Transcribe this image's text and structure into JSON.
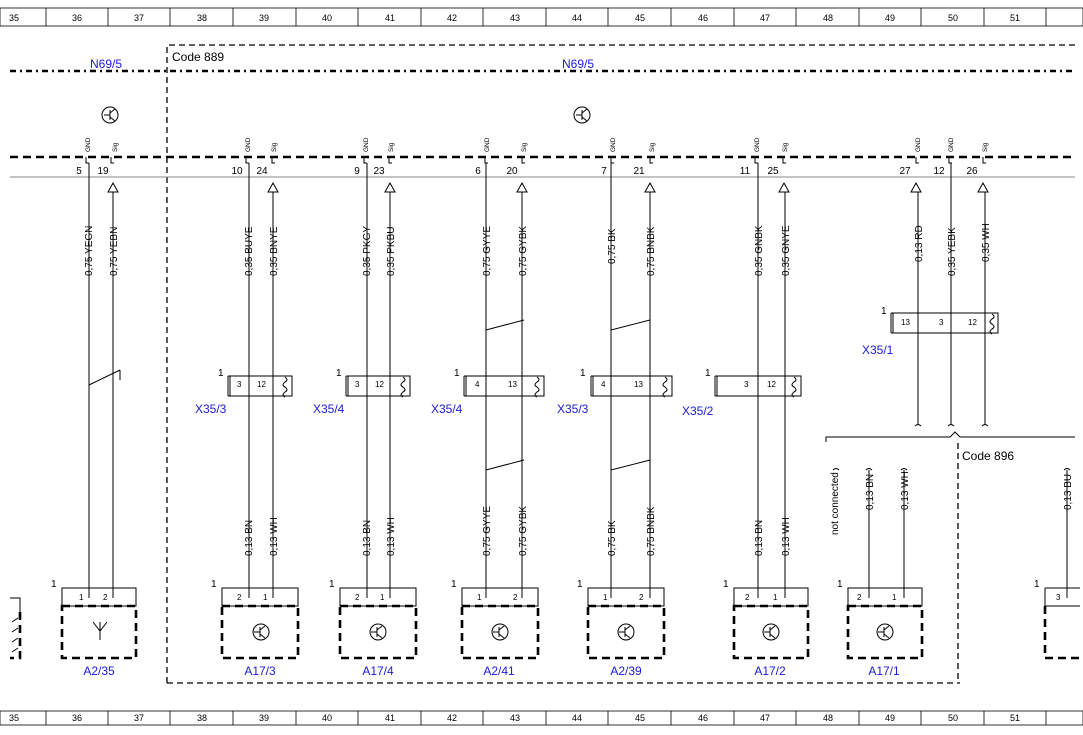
{
  "ruler_top": [
    "35",
    "36",
    "37",
    "38",
    "39",
    "40",
    "41",
    "42",
    "43",
    "44",
    "45",
    "46",
    "47",
    "48",
    "49",
    "50",
    "51"
  ],
  "ruler_bottom": [
    "35",
    "36",
    "37",
    "38",
    "39",
    "40",
    "41",
    "42",
    "43",
    "44",
    "45",
    "46",
    "47",
    "48",
    "49",
    "50",
    "51"
  ],
  "code_889": "Code 889",
  "code_896": "Code 896",
  "n69_left": "N69/5",
  "n69_mid": "N69/5",
  "pin_gnd": "GND",
  "pin_sig": "Sig",
  "not_connected": "not connected",
  "pins_top": [
    "5",
    "19",
    "10",
    "24",
    "9",
    "23",
    "6",
    "20",
    "7",
    "21",
    "11",
    "25",
    "27",
    "12",
    "26"
  ],
  "wires_top": [
    "0,75 YEGN",
    "0,75 YEBN",
    "0,35 BUYE",
    "0,35 BNYE",
    "0,35 PKGY",
    "0,35 PKBU",
    "0,75 GYYE",
    "0,75 GYBK",
    "0,75 BK",
    "0,75 BNBK",
    "0,35 GNBK",
    "0,35 GNYE",
    "0,13 RD",
    "0,35 YEBK",
    "0,35 WH"
  ],
  "wires_bottom": [
    "0,13 BN",
    "0,13 WH",
    "0,13 BN",
    "0,13 WH",
    "0,75 GYYE",
    "0,75 GYBK",
    "0,75 BK",
    "0,75 BNBK",
    "0,13 BN",
    "0,13 WH",
    "0,13 BN",
    "0,13 WH",
    "0,13 BU"
  ],
  "connectors": {
    "c1": {
      "label": "X35/3",
      "one": "1",
      "p1": "3",
      "p2": "12"
    },
    "c2": {
      "label": "X35/4",
      "one": "1",
      "p1": "3",
      "p2": "12"
    },
    "c3": {
      "label": "X35/4",
      "one": "1",
      "p1": "4",
      "p2": "13"
    },
    "c4": {
      "label": "X35/3",
      "one": "1",
      "p1": "4",
      "p2": "13"
    },
    "c5": {
      "label": "X35/2",
      "one": "1",
      "p1": "3",
      "p2": "12"
    },
    "c6": {
      "label": "X35/1",
      "one": "1",
      "p1": "13",
      "p2": "3",
      "p3": "12"
    }
  },
  "components": {
    "a2_35": {
      "label": "A2/35",
      "one": "1",
      "p1": "1",
      "p2": "2"
    },
    "a17_3": {
      "label": "A17/3",
      "one": "1",
      "p1": "2",
      "p2": "1"
    },
    "a17_4": {
      "label": "A17/4",
      "one": "1",
      "p1": "2",
      "p2": "1"
    },
    "a2_41": {
      "label": "A2/41",
      "one": "1",
      "p1": "1",
      "p2": "2"
    },
    "a2_39": {
      "label": "A2/39",
      "one": "1",
      "p1": "1",
      "p2": "2"
    },
    "a17_2": {
      "label": "A17/2",
      "one": "1",
      "p1": "2",
      "p2": "1"
    },
    "a17_1": {
      "label": "A17/1",
      "one": "1",
      "p1": "2",
      "p2": "1"
    },
    "right": {
      "one": "1",
      "p1": "3"
    }
  }
}
